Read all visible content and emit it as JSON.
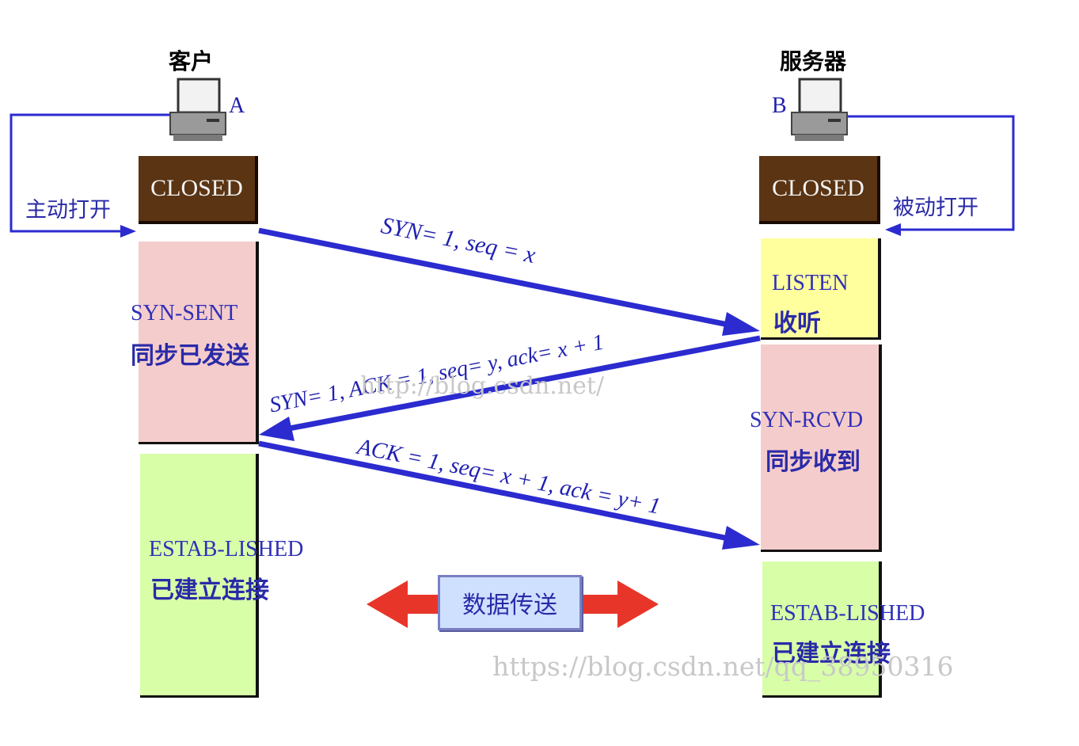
{
  "parties": {
    "client": {
      "name": "客户",
      "letter": "A"
    },
    "server": {
      "name": "服务器",
      "letter": "B"
    }
  },
  "open_labels": {
    "active": "主动打开",
    "passive": "被动打开"
  },
  "client_states": {
    "closed": "CLOSED",
    "syn_sent": {
      "en": "SYN-SENT",
      "cn": "同步已发送"
    },
    "established": {
      "en": "ESTAB-LISHED",
      "cn": "已建立连接"
    }
  },
  "server_states": {
    "closed": "CLOSED",
    "listen": {
      "en": "LISTEN",
      "cn": "收听"
    },
    "syn_rcvd": {
      "en": "SYN-RCVD",
      "cn": "同步收到"
    },
    "established": {
      "en": "ESTAB-LISHED",
      "cn": "已建立连接"
    }
  },
  "messages": {
    "syn": "SYN= 1, seq = x",
    "syn_ack": "SYN= 1, ACK = 1, seq= y, ack= x + 1",
    "ack": "ACK = 1, seq= x + 1, ack = y+ 1"
  },
  "data_transfer": "数据传送",
  "watermarks": {
    "middle": "http://blog.csdn.net/",
    "bottom": "https://blog.csdn.net/qq_38950316"
  },
  "colors": {
    "arrow_blue": "#2b2bd0",
    "closed_brown": "#5a3413",
    "syn_pink": "#f5cccc",
    "established_green": "#d8ffa8",
    "listen_yellow": "#ffff9e",
    "red_arrow": "#e8352a",
    "party_red": "#e8352a"
  }
}
